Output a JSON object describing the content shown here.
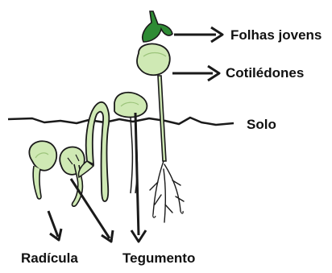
{
  "labels": {
    "folhas_jovens": "Folhas jovens",
    "cotiledones": "Cotilédones",
    "solo": "Solo",
    "radicula": "Radícula",
    "tegumento": "Tegumento"
  },
  "colors": {
    "seedling_fill": "#cfe9b4",
    "seedling_light": "#e6f4d7",
    "young_leaf": "#2e8b34",
    "outline": "#1a1a1a"
  }
}
